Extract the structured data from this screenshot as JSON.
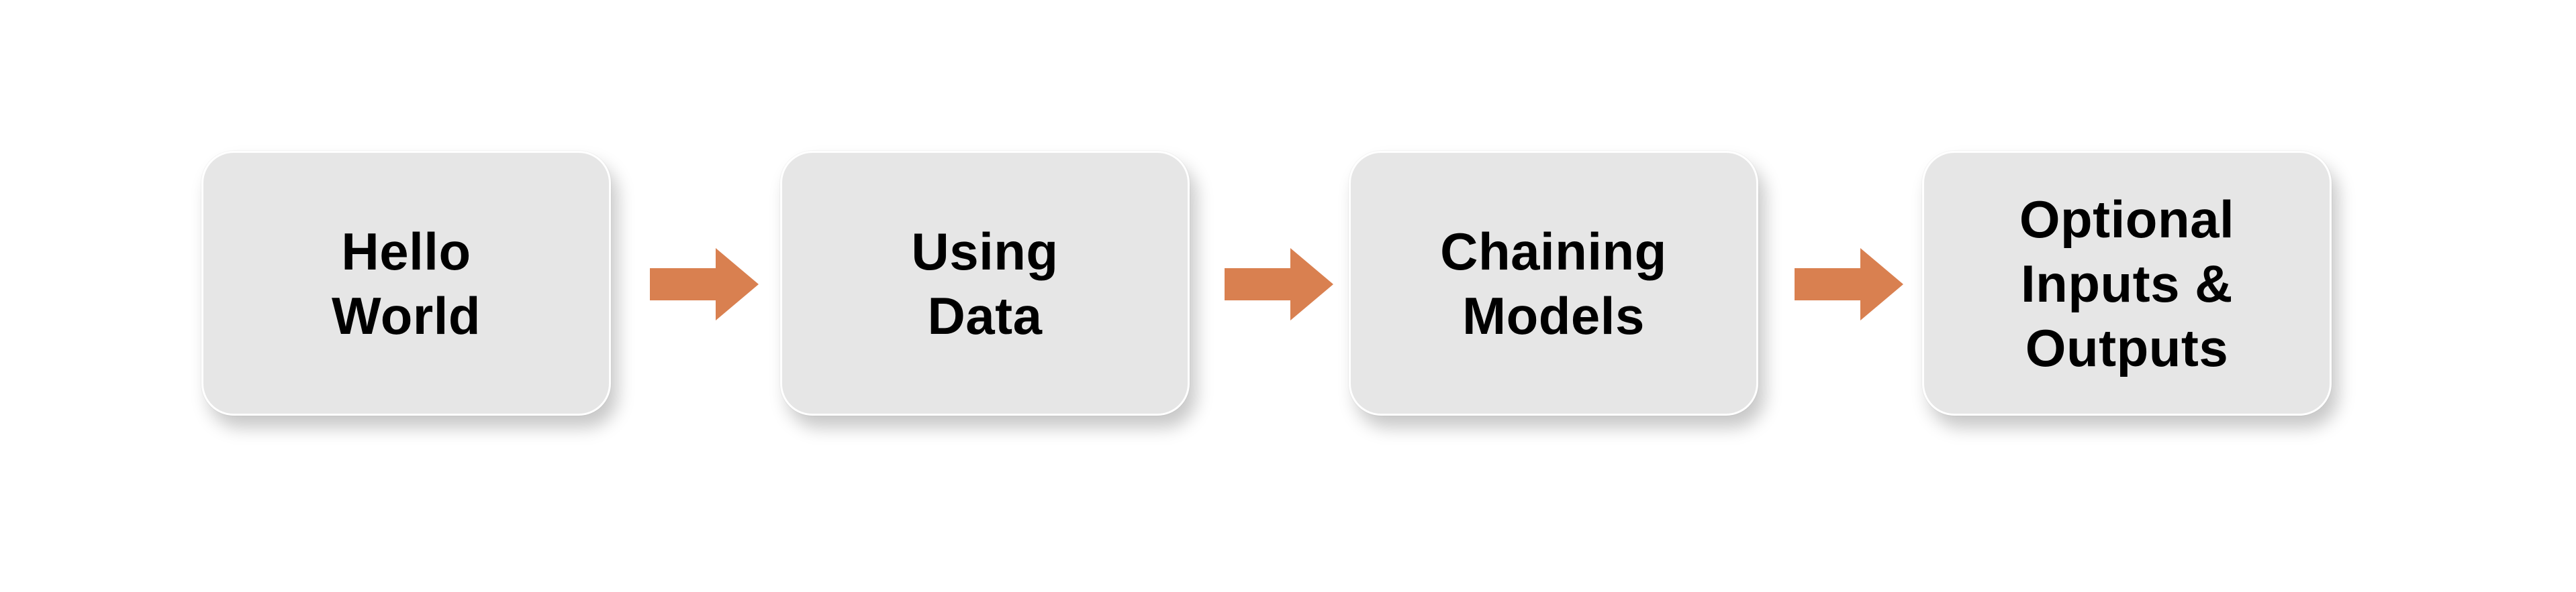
{
  "diagram": {
    "steps": [
      {
        "label": "Hello\nWorld"
      },
      {
        "label": "Using\nData"
      },
      {
        "label": "Chaining\nModels"
      },
      {
        "label": "Optional\nInputs &\nOutputs"
      }
    ]
  },
  "colors": {
    "box_fill": "#e6e6e6",
    "box_border": "#ffffff",
    "arrow": "#d98050",
    "text": "#000000",
    "background": "#ffffff"
  },
  "icons": {
    "connector": "right-arrow-icon"
  }
}
